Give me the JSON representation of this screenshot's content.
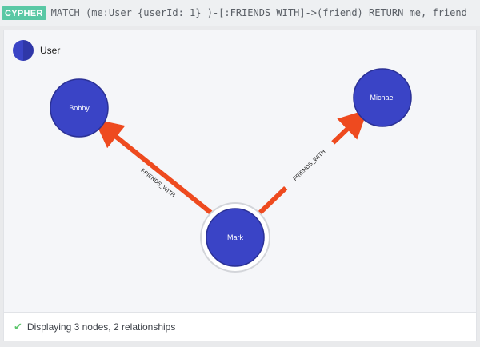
{
  "query": {
    "badge": "CYPHER",
    "text": "MATCH (me:User {userId: 1} )-[:FRIENDS_WITH]->(friend) RETURN me, friend"
  },
  "legend": {
    "label": "User",
    "color": "#3a44c6"
  },
  "graph": {
    "node_color": "#3a44c6",
    "node_stroke": "#2b3196",
    "edge_color": "#ee4a1f",
    "nodes": [
      {
        "id": "bobby",
        "label": "Bobby"
      },
      {
        "id": "michael",
        "label": "Michael"
      },
      {
        "id": "mark",
        "label": "Mark",
        "selected": true
      }
    ],
    "edges": [
      {
        "from": "mark",
        "to": "bobby",
        "label": "FRIENDS_WITH"
      },
      {
        "from": "mark",
        "to": "michael",
        "label": "FRIENDS_WITH"
      }
    ]
  },
  "status": {
    "text": "Displaying 3 nodes, 2 relationships",
    "icon": "check-icon"
  }
}
